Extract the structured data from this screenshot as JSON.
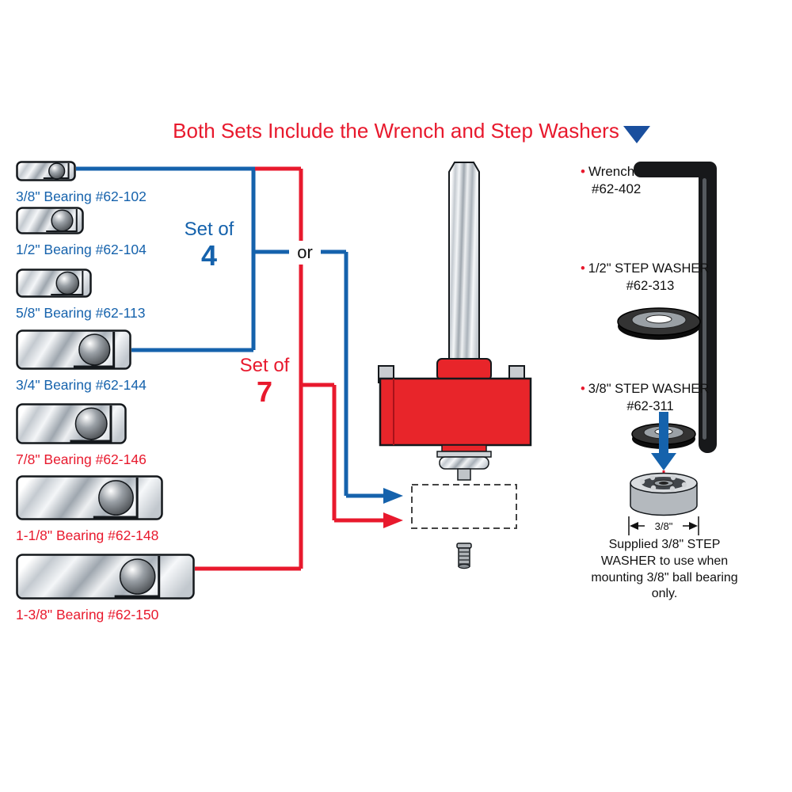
{
  "title": "Both Sets Include the Wrench and Step Washers",
  "or_label": "or",
  "set_blue": {
    "label": "Set of",
    "count": "4"
  },
  "set_red": {
    "label": "Set of",
    "count": "7"
  },
  "bearings": [
    {
      "label": "3/8\" Bearing #62-102"
    },
    {
      "label": "1/2\" Bearing #62-104"
    },
    {
      "label": "5/8\" Bearing #62-113"
    },
    {
      "label": "3/4\" Bearing #62-144"
    },
    {
      "label": "7/8\" Bearing #62-146"
    },
    {
      "label": "1-1/8\" Bearing #62-148"
    },
    {
      "label": "1-3/8\" Bearing #62-150"
    }
  ],
  "right_panel": {
    "bullet": "•",
    "wrench_name": "Wrench",
    "wrench_part": "#62-402",
    "washer_half_name": "1/2\" STEP WASHER",
    "washer_half_part": "#62-313",
    "washer_38_name": "3/8\" STEP WASHER",
    "washer_38_part": "#62-311",
    "dimension_label": "3/8\"",
    "note": "Supplied 3/8\" STEP WASHER to use when mounting 3/8\" ball bearing only."
  },
  "colors": {
    "red": "#e8192d",
    "blue": "#1562ac",
    "triangle_blue": "#1a4f9e"
  }
}
